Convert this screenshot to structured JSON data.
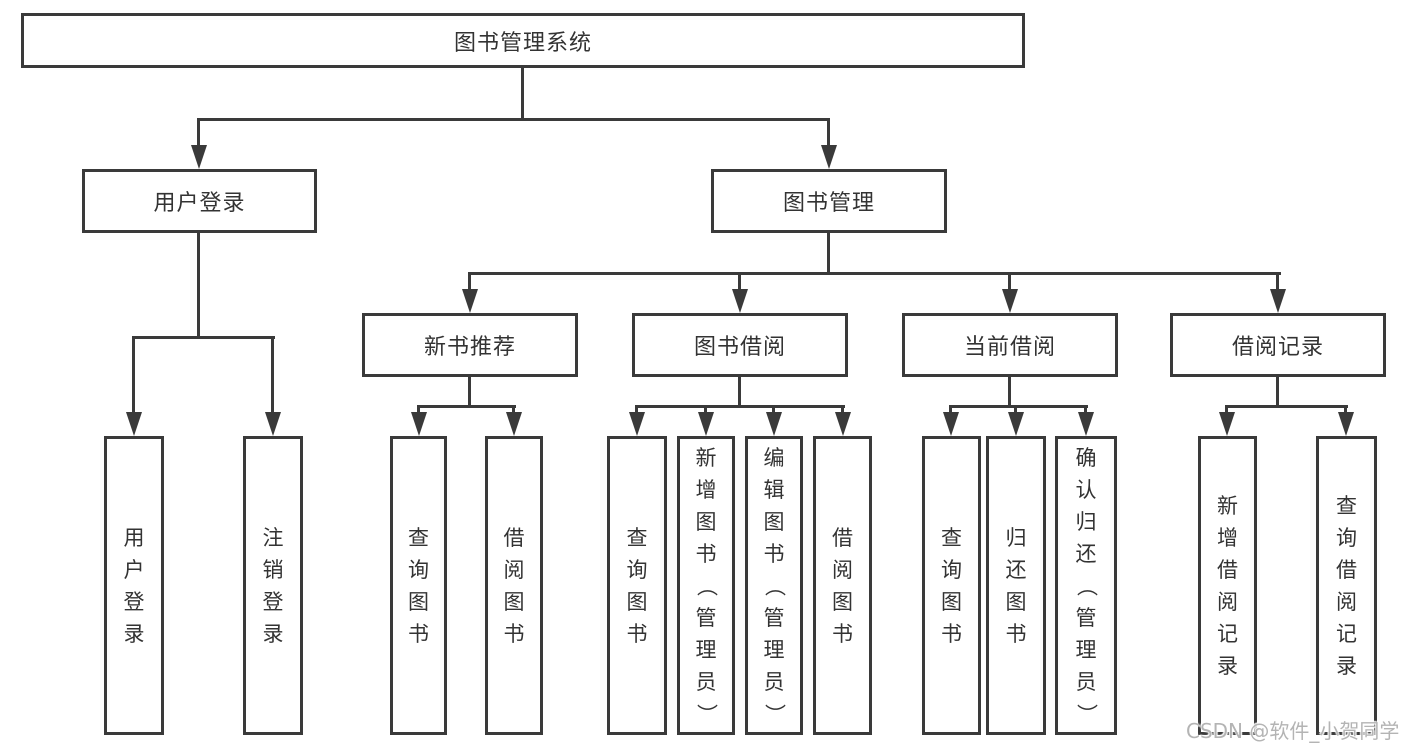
{
  "diagram": {
    "root": {
      "label": "图书管理系统"
    },
    "branches": [
      {
        "label": "用户登录",
        "children": [
          {
            "label": "用户登录"
          },
          {
            "label": "注销登录"
          }
        ]
      },
      {
        "label": "图书管理",
        "children": [
          {
            "label": "新书推荐",
            "children": [
              {
                "label": "查询图书"
              },
              {
                "label": "借阅图书"
              }
            ]
          },
          {
            "label": "图书借阅",
            "children": [
              {
                "label": "查询图书"
              },
              {
                "label": "新增图书（管理员）"
              },
              {
                "label": "编辑图书（管理员）"
              },
              {
                "label": "借阅图书"
              }
            ]
          },
          {
            "label": "当前借阅",
            "children": [
              {
                "label": "查询图书"
              },
              {
                "label": "归还图书"
              },
              {
                "label": "确认归还（管理员）"
              }
            ]
          },
          {
            "label": "借阅记录",
            "children": [
              {
                "label": "新增借阅记录"
              },
              {
                "label": "查询借阅记录"
              }
            ]
          }
        ]
      }
    ],
    "watermark": "CSDN @软件_小贺同学",
    "colors": {
      "line": "#3A3A3A",
      "text": "#333333",
      "watermark_text": "#B4B4B4",
      "background": "#FFFFFF"
    }
  }
}
